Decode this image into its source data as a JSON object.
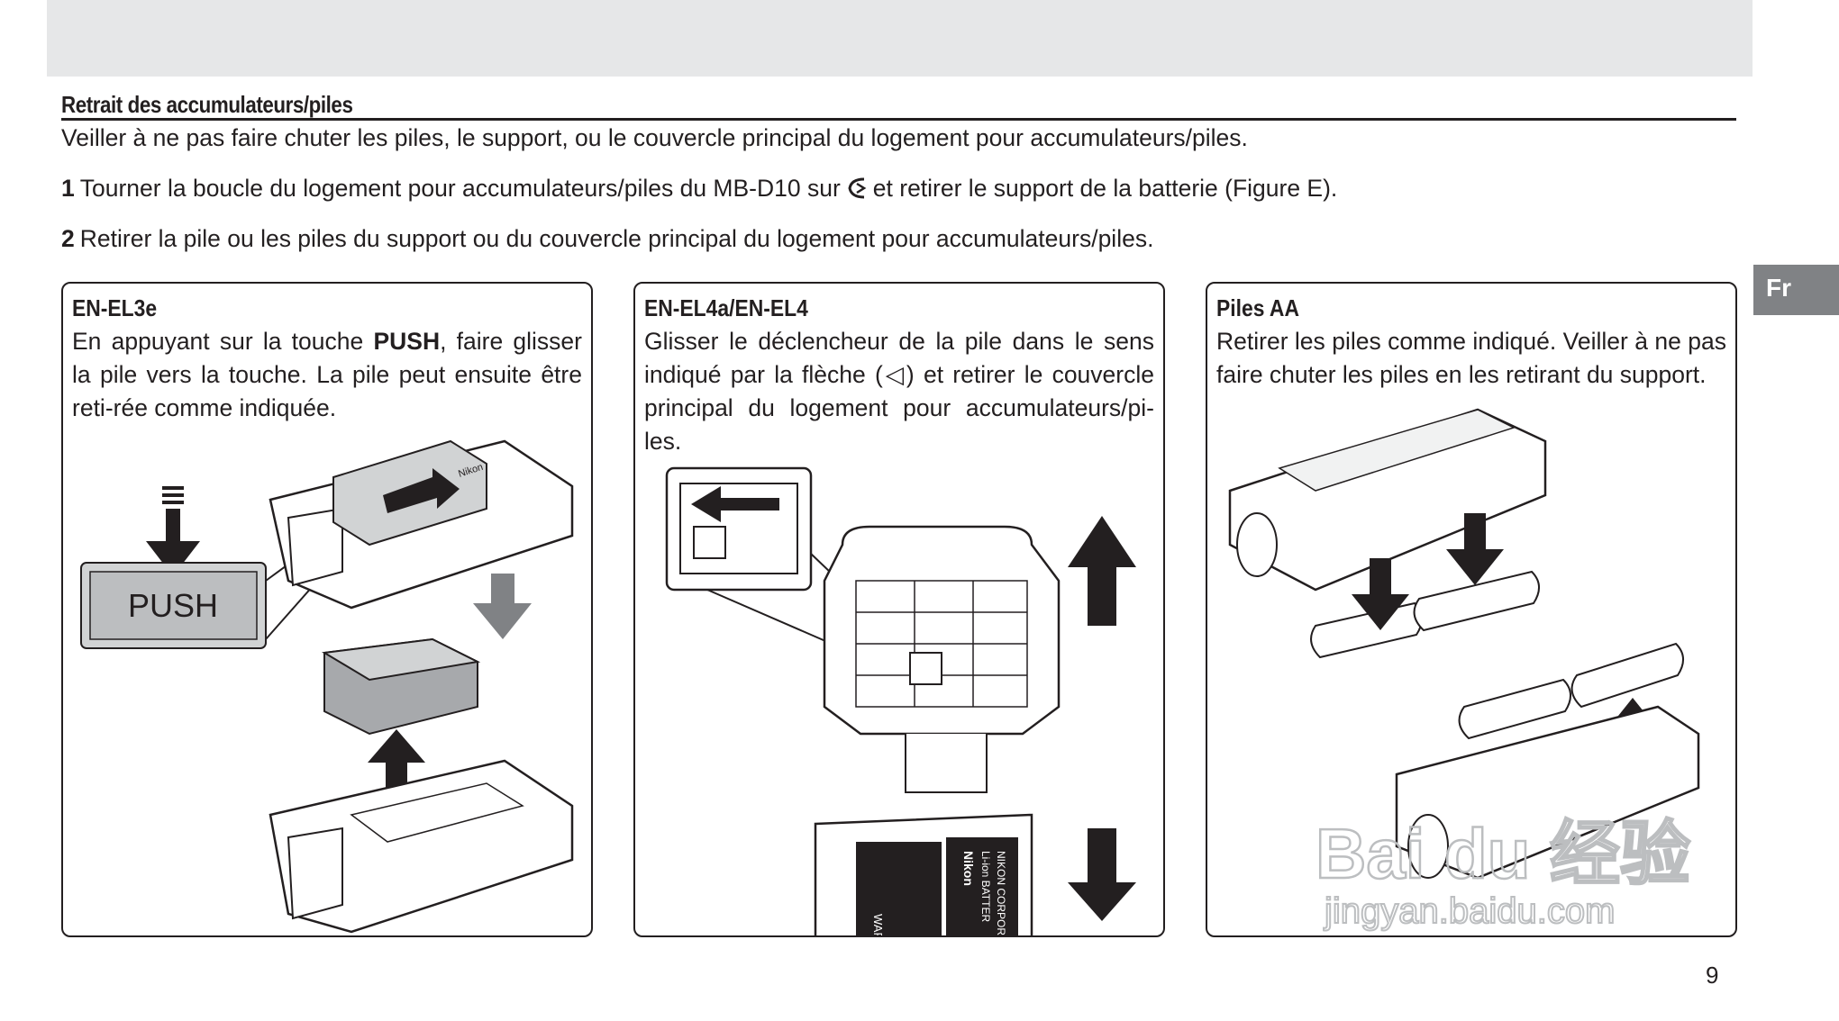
{
  "section": {
    "title": "Retrait des accumulateurs/piles",
    "intro": "Veiller à ne pas faire chuter les piles, le support, ou le couvercle principal du logement pour accumulateurs/piles."
  },
  "steps": [
    {
      "number": "1",
      "text_before": "Tourner la boucle du logement pour accumulateurs/piles du MB-D10 sur",
      "icon": "unlock-arrow-icon",
      "text_after": "et retirer le support de la batterie (Figure E)."
    },
    {
      "number": "2",
      "text": "Retirer la pile ou les piles du support ou du couvercle principal du logement pour accumulateurs/piles."
    }
  ],
  "lang_tab": "Fr",
  "panels": [
    {
      "title": "EN-EL3e",
      "text_before": "En appuyant sur la touche",
      "text_bold": "PUSH",
      "text_after": ", faire glisser la pile vers la touche. La pile peut ensuite être reti-rée comme indiquée.",
      "button_label": "PUSH",
      "battery_brand": "Nikon"
    },
    {
      "title": "EN-EL4a/EN-EL4",
      "text": "Glisser le déclencheur de la pile dans le sens indiqué par la flèche (◁) et retirer le couvercle principal du logement pour accumulateurs/pi-les.",
      "battery_brand": "Nikon",
      "battery_label_1": "Li-ion BATTER",
      "battery_label_2": "NIKON CORPOR",
      "warning_label": "WARNING"
    },
    {
      "title": "Piles AA",
      "text": "Retirer les piles comme indiqué. Veiller à ne pas faire chuter les piles en les retirant du support."
    }
  ],
  "page_number": "9",
  "watermark": {
    "logo": "Bai du 经验",
    "url": "jingyan.baidu.com"
  }
}
